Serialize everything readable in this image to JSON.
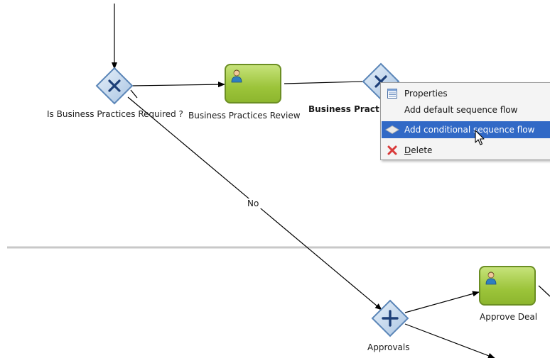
{
  "diagram": {
    "nodes": {
      "gw_required": {
        "label": "Is Business Practices Required ?",
        "type": "exclusive-gateway"
      },
      "task_review": {
        "label": "Business Practices Review",
        "type": "user-task"
      },
      "gw_practices": {
        "label": "Business Pract",
        "type": "exclusive-gateway"
      },
      "task_approve": {
        "label": "Approve Deal",
        "type": "user-task"
      },
      "gw_approvals": {
        "label": "Approvals",
        "type": "parallel-gateway"
      }
    },
    "edges": {
      "no": {
        "label": "No"
      }
    }
  },
  "context_menu": {
    "items": [
      {
        "label": "Properties",
        "icon": "properties-icon"
      },
      {
        "label": "Add default sequence flow",
        "icon": ""
      },
      {
        "label": "Add conditional sequence flow",
        "icon": "conditional-flow-icon",
        "selected": true
      },
      {
        "label_first": "D",
        "label_rest": "elete",
        "icon": "delete-icon"
      }
    ]
  },
  "colors": {
    "task_fill": "#9cc43a",
    "task_border": "#6b8e23",
    "gateway_fill": "#c9dcf0",
    "gateway_border": "#5b86b8",
    "menu_selected": "#3169c6"
  }
}
